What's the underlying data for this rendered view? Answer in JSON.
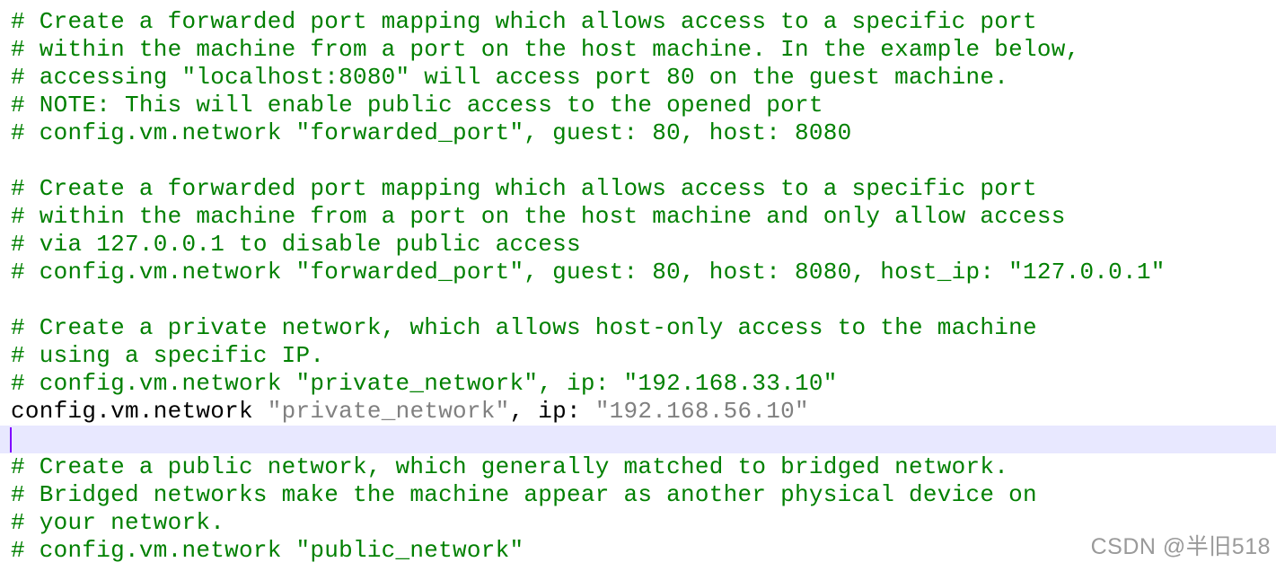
{
  "editor": {
    "colors": {
      "background": "#ffffff",
      "comment": "#008000",
      "code": "#000000",
      "string": "#808080",
      "current_line": "#e8e8ff",
      "caret": "#8000ff"
    },
    "lines": [
      {
        "type": "comment",
        "text": "# Create a forwarded port mapping which allows access to a specific port"
      },
      {
        "type": "comment",
        "text": "# within the machine from a port on the host machine. In the example below,"
      },
      {
        "type": "comment",
        "text": "# accessing \"localhost:8080\" will access port 80 on the guest machine."
      },
      {
        "type": "comment",
        "text": "# NOTE: This will enable public access to the opened port"
      },
      {
        "type": "comment",
        "text": "# config.vm.network \"forwarded_port\", guest: 80, host: 8080"
      },
      {
        "type": "blank",
        "text": ""
      },
      {
        "type": "comment",
        "text": "# Create a forwarded port mapping which allows access to a specific port"
      },
      {
        "type": "comment",
        "text": "# within the machine from a port on the host machine and only allow access"
      },
      {
        "type": "comment",
        "text": "# via 127.0.0.1 to disable public access"
      },
      {
        "type": "comment",
        "text": "# config.vm.network \"forwarded_port\", guest: 80, host: 8080, host_ip: \"127.0.0.1\""
      },
      {
        "type": "blank",
        "text": ""
      },
      {
        "type": "comment",
        "text": "# Create a private network, which allows host-only access to the machine"
      },
      {
        "type": "comment",
        "text": "# using a specific IP."
      },
      {
        "type": "comment",
        "text": "# config.vm.network \"private_network\", ip: \"192.168.33.10\""
      },
      {
        "type": "code",
        "parts": [
          {
            "cls": "code",
            "text": "config.vm.network "
          },
          {
            "cls": "str",
            "text": "\"private_network\""
          },
          {
            "cls": "code",
            "text": ", ip: "
          },
          {
            "cls": "str",
            "text": "\"192.168.56.10\""
          }
        ]
      },
      {
        "type": "current",
        "text": ""
      },
      {
        "type": "comment",
        "text": "# Create a public network, which generally matched to bridged network."
      },
      {
        "type": "comment",
        "text": "# Bridged networks make the machine appear as another physical device on"
      },
      {
        "type": "comment",
        "text": "# your network."
      },
      {
        "type": "comment",
        "text": "# config.vm.network \"public_network\""
      }
    ]
  },
  "watermark": "CSDN @半旧518"
}
